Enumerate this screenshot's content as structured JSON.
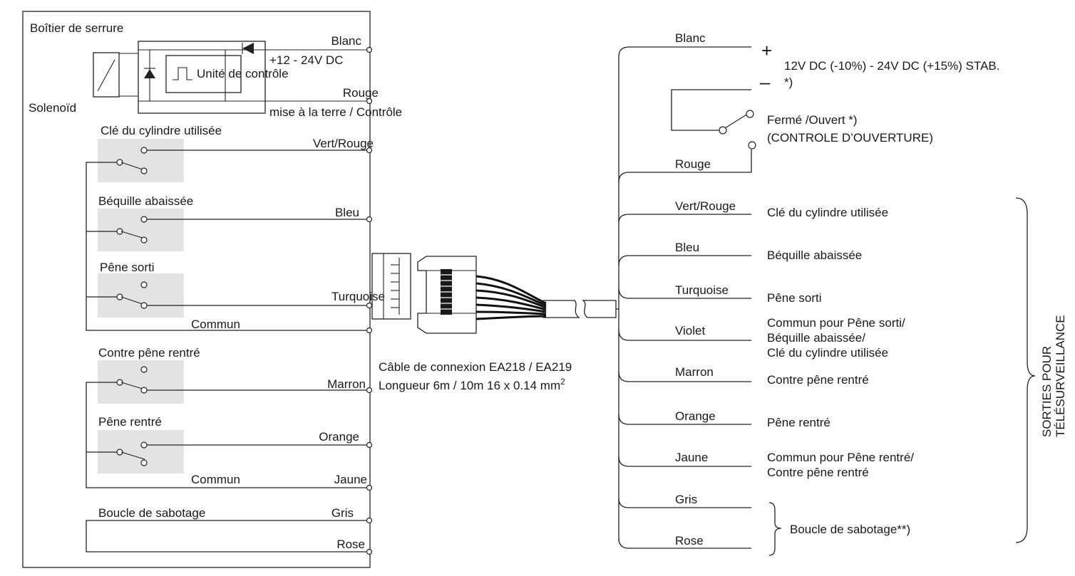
{
  "lock_box": {
    "title": "Boîtier de serrure",
    "solenoid": "Solenoïd",
    "control_unit": "Unité de contrôle",
    "supply": "+12 - 24V DC",
    "ground_label": "mise à la terre / Contrôle",
    "sections": {
      "key": "Clé du cylindre utilisée",
      "handle": "Béquille abaissée",
      "bolt_out": "Pêne sorti",
      "common1": "Commun",
      "latch_in": "Contre pêne rentré",
      "bolt_in": "Pêne rentré",
      "common2": "Commun",
      "tamper": "Boucle de sabotage"
    },
    "wires": {
      "blanc": "Blanc",
      "rouge": "Rouge",
      "vert_rouge": "Vert/Rouge",
      "bleu": "Bleu",
      "turquoise": "Turquoise",
      "marron": "Marron",
      "orange": "Orange",
      "jaune": "Jaune",
      "gris": "Gris",
      "rose": "Rose"
    }
  },
  "cable": {
    "line1": "Câble de connexion  EA218 / EA219",
    "line2": "Longueur 6m / 10m 16 x 0.14 mm",
    "line2_sup": "2"
  },
  "right": {
    "wires": {
      "blanc": "Blanc",
      "rouge": "Rouge",
      "vert_rouge": "Vert/Rouge",
      "bleu": "Bleu",
      "turquoise": "Turquoise",
      "violet": "Violet",
      "marron": "Marron",
      "orange": "Orange",
      "jaune": "Jaune",
      "gris": "Gris",
      "rose": "Rose"
    },
    "plus": "+",
    "minus": "–",
    "supply": "12V DC (-10%) - 24V DC (+15%) STAB.",
    "supply_note": "*)",
    "contact_line1": "Fermé /Ouvert  *)",
    "contact_line2": "(CONTROLE D’OUVERTURE)",
    "key": "Clé du cylindre utilisée",
    "handle": "Béquille abaissée",
    "bolt_out": "Pêne sorti",
    "common_a1": "Commun pour Pêne sorti/",
    "common_a2": "Béquille abaissée/",
    "common_a3": "Clé du cylindre utilisée",
    "latch_in": "Contre pêne rentré",
    "bolt_in": "Pêne rentré",
    "common_b1": "Commun pour Pêne rentré/",
    "common_b2": "Contre pêne rentré",
    "tamper": "Boucle de sabotage**)",
    "surveillance_line1": "SORTIES POUR",
    "surveillance_line2": "TÉLÉSURVEILLANCE"
  }
}
